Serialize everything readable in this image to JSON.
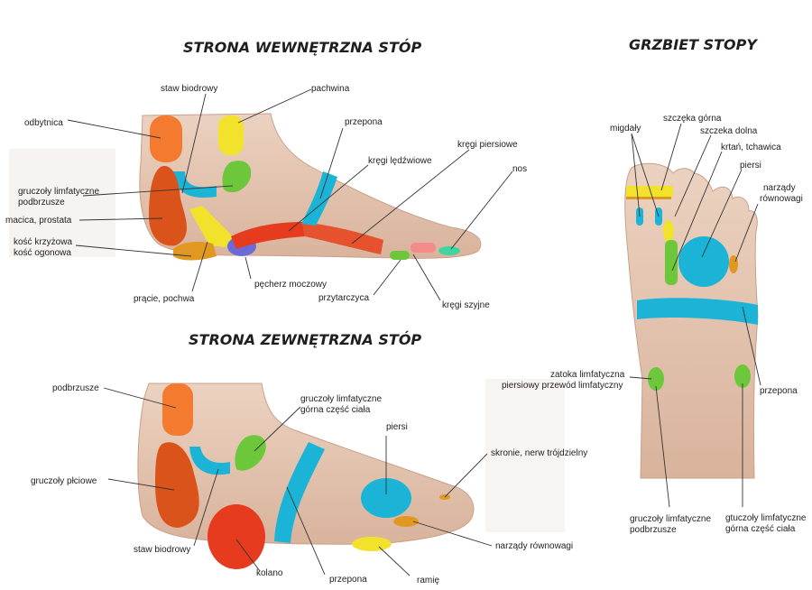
{
  "titles": {
    "inner": "STRONA WEWNĘTRZNA STÓP",
    "outer": "STRONA ZEWNĘTRZNA STÓP",
    "top": "GRZBIET STOPY"
  },
  "inner_labels": {
    "staw_biodrowy": "staw biodrowy",
    "pachwina": "pachwina",
    "odbytnica": "odbytnica",
    "przepona": "przepona",
    "kregi_piersiowe": "kręgi piersiowe",
    "kregi_ledzwiowe": "kręgi lędźwiowe",
    "nos": "nos",
    "gruczoly_line1": "gruczoły limfatyczne",
    "gruczoly_line2": "podbrzusze",
    "macica": "macica, prostata",
    "kosc_line1": "kość krzyżowa",
    "kosc_line2": "kość ogonowa",
    "pecherz": "pęcherz moczowy",
    "przytarczyca": "przytarczyca",
    "kregi_szyjne": "kręgi szyjne",
    "pracie": "prącie, pochwa"
  },
  "outer_labels": {
    "podbrzusze": "podbrzusze",
    "gruczoly_gorna_line1": "gruczoły limfatyczne",
    "gruczoly_gorna_line2": "górna część ciała",
    "piersi": "piersi",
    "skronie": "skronie, nerw trójdzielny",
    "gruczoly_plciowe": "gruczoły płciowe",
    "staw_biodrowy": "staw biodrowy",
    "narzady": "narządy równowagi",
    "kolano": "kolano",
    "przepona": "przepona",
    "ramie": "ramię"
  },
  "top_labels": {
    "migdaly": "migdały",
    "szczeka_gorna": "szczęka górna",
    "szczeka_dolna": "szczeka dolna",
    "krtan": "krtań, tchawica",
    "piersi": "piersi",
    "narzady_line1": "narządy",
    "narzady_line2": "równowagi",
    "zatoka_line1": "zatoka limfatyczna",
    "zatoka_line2": "piersiowy przewód limfatyczny",
    "przepona": "przepona",
    "gruczoly_line1": "gruczoły limfatyczne",
    "gruczoly_line2": "podbrzusze",
    "gtuczoly_line1": "gtuczoły limfatyczne",
    "gtuczoly_line2": "górna część ciała"
  },
  "zone_colors": {
    "orange": "#F47A30",
    "yellow": "#F2E22C",
    "green": "#6CC83A",
    "blue": "#1BB4D6",
    "dark_orange": "#D9531B",
    "red": "#E63B1E",
    "amber": "#E09820",
    "purple": "#6B6BD6",
    "pink": "#F48A8A",
    "mint": "#3DD6A0",
    "skin": "#E6C7B2"
  }
}
